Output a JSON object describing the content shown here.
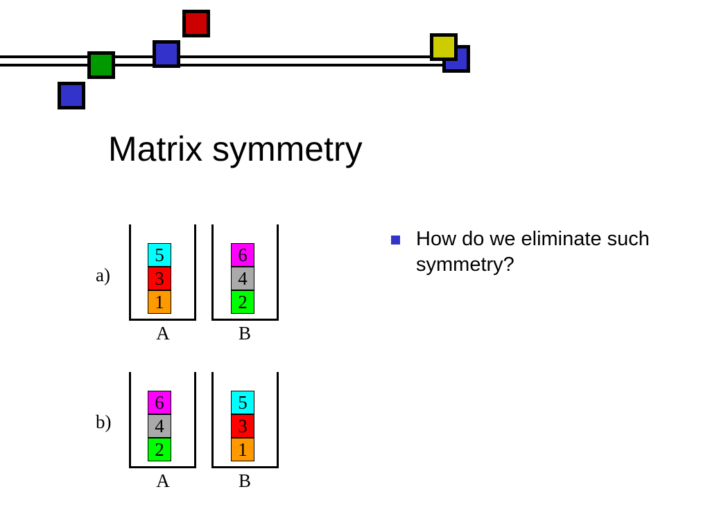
{
  "decor": {
    "colors": {
      "blue": "#3333cc",
      "green": "#009900",
      "red": "#cc0000",
      "yellow": "#cccc00"
    }
  },
  "title": "Matrix symmetry",
  "bullets": [
    "How do we eliminate such symmetry?"
  ],
  "block_colors": {
    "1": "#ff9900",
    "2": "#00ff00",
    "3": "#ff0000",
    "4": "#aaaaaa",
    "5": "#00ffff",
    "6": "#ff00ff"
  },
  "diagram": {
    "rows": [
      {
        "label": "a)",
        "stacks": [
          {
            "label": "A",
            "blocks": [
              "5",
              "3",
              "1"
            ]
          },
          {
            "label": "B",
            "blocks": [
              "6",
              "4",
              "2"
            ]
          }
        ]
      },
      {
        "label": "b)",
        "stacks": [
          {
            "label": "A",
            "blocks": [
              "6",
              "4",
              "2"
            ]
          },
          {
            "label": "B",
            "blocks": [
              "5",
              "3",
              "1"
            ]
          }
        ]
      }
    ]
  }
}
